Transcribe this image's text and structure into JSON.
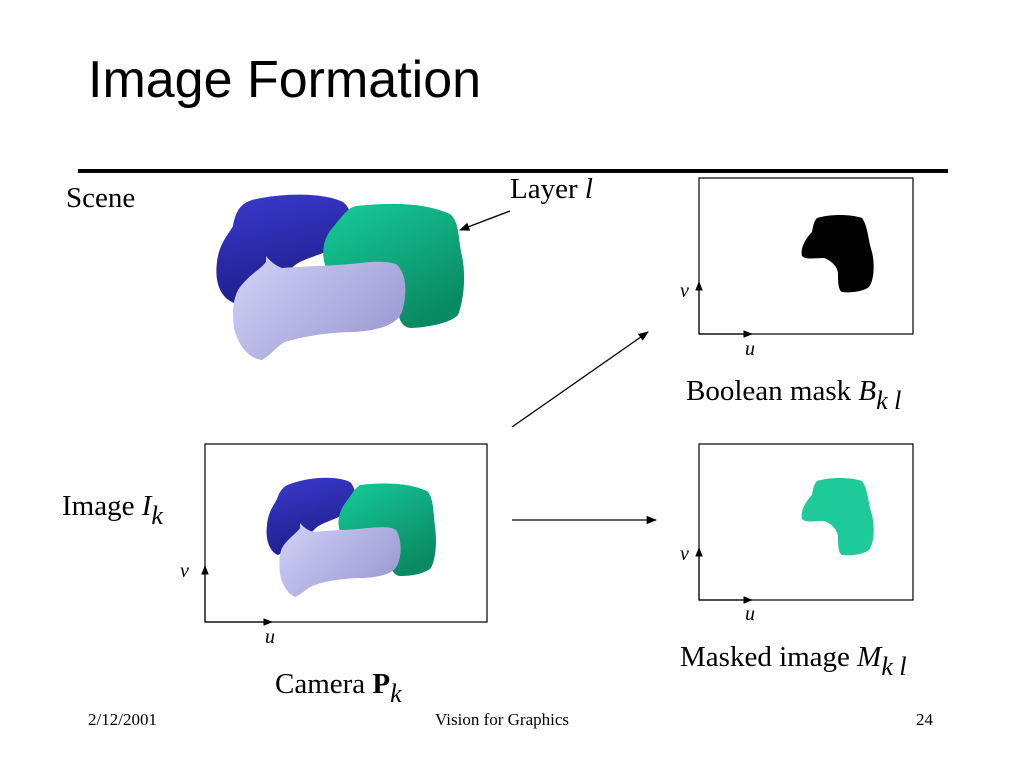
{
  "slide": {
    "title": "Image Formation",
    "scene_label": "Scene",
    "layer": {
      "text": "Layer",
      "var": "l"
    },
    "image_label": {
      "text": "Image",
      "var": "I",
      "sub": "k"
    },
    "camera_label": {
      "text": "Camera",
      "var": "P",
      "sub": "k"
    },
    "mask_label": {
      "text": "Boolean mask",
      "var": "B",
      "sub": "k l"
    },
    "masked_label": {
      "text": "Masked image",
      "var": "M",
      "sub": "k l"
    },
    "axes": {
      "u": "u",
      "v": "v"
    },
    "colors": {
      "dark_blue": "#3535c4",
      "green": "#13b489",
      "light_lavender": "#c0c0ee",
      "mask_black": "#000000",
      "masked_green": "#1ec99a"
    }
  },
  "footer": {
    "date": "2/12/2001",
    "center": "Vision for Graphics",
    "page": "24"
  }
}
